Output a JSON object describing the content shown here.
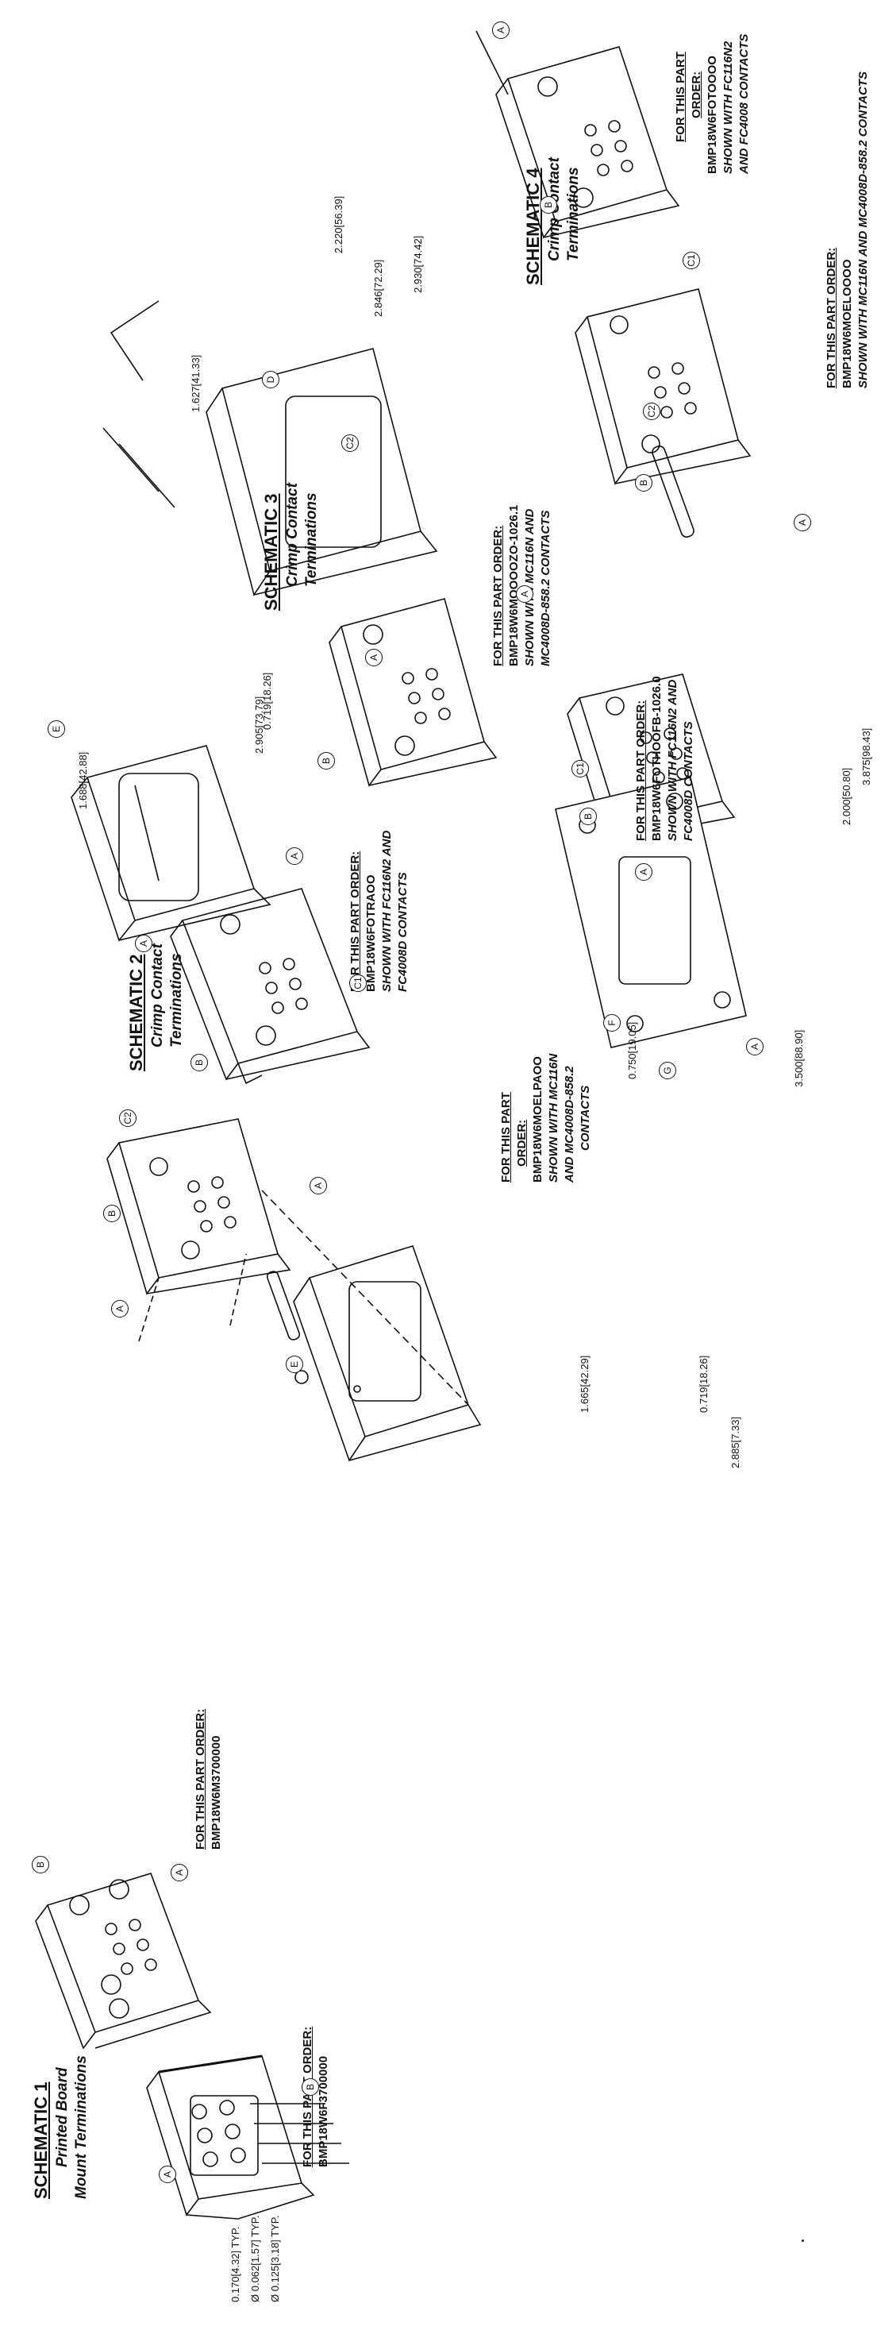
{
  "schematic1": {
    "title": "SCHEMATIC 1",
    "subtitle_line1": "Printed Board",
    "subtitle_line2": "Mount Terminations",
    "order_a_head": "FOR THIS PART ORDER:",
    "order_a_part": "BMP18W6F3700000",
    "order_b_head": "FOR THIS PART ORDER:",
    "order_b_part": "BMP18W6M3700000",
    "dim_pin_spacing": "0.170[4.32] TYP.",
    "dim_pin_dia": "Ø 0.062[1.57] TYP.",
    "dim_hole_dia": "Ø 0.125[3.18] TYP."
  },
  "schematic2": {
    "title": "SCHEMATIC 2",
    "subtitle_line1": "Crimp Contact",
    "subtitle_line2": "Terminations",
    "order_head_line1": "FOR THIS PART",
    "order_head_line2": "ORDER:",
    "order_part": "BMP18W6MOELPAOO",
    "note_line1": "SHOWN WITH MC116N",
    "note_line2": "AND MC4008D-858.2",
    "note_line3": "CONTACTS",
    "dim_width": "1.665[42.29]",
    "dim_depth": "0.719[18.26]",
    "dim_length": "2.885[7.33]"
  },
  "schematic3a": {
    "order_head": "FOR THIS PART ORDER:",
    "order_part": "BMP18W6FOTRAOO",
    "note_line1": "SHOWN WITH FC116N2 AND",
    "note_line2": "FC4008D CONTACTS",
    "dim_width": "1.688[42.88]",
    "dim_depth": "0.719[18.26]",
    "dim_length": "2.905[73.79]"
  },
  "schematic3": {
    "title": "SCHEMATIC 3",
    "subtitle_line1": "Crimp Contact",
    "subtitle_line2": "Terminations",
    "order_head": "FOR THIS PART ORDER:",
    "order_part": "BMP18W6MOOOOZO-1026.1",
    "note_line1": "SHOWN WITH MC116N AND",
    "note_line2": "MC4008D-858.2 CONTACTS",
    "dim_width": "1.627[41.33]",
    "dim_a": "2.846[72.29]",
    "dim_b": "2.930[74.42]",
    "dim_c": "2.220[56.39]"
  },
  "schematic3b": {
    "order_head": "FOR THIS PART ORDER:",
    "order_part": "BMP18W6FOTHOOFB-1026.0",
    "note_line1": "SHOWN WITH FC116N2 AND",
    "note_line2": "FC4008D CONTACTS",
    "dim_flange": "0.750[19.05]",
    "dim_a": "3.500[88.90]",
    "dim_b": "2.000[50.80]",
    "dim_c": "3.875[98.43]"
  },
  "schematic4": {
    "title": "SCHEMATIC 4",
    "subtitle_line1": "Crimp Contact",
    "subtitle_line2": "Terminations",
    "order_a_head": "FOR THIS PART ORDER:",
    "order_a_part": "BMP18W6MOELOOOO",
    "order_a_note": "SHOWN WITH MC116N AND MC4008D-858.2 CONTACTS",
    "order_b_head_line1": "FOR THIS PART",
    "order_b_head_line2": "ORDER:",
    "order_b_part": "BMP18W6FOTOOOO",
    "order_b_note_line1": "SHOWN WITH FC116N2",
    "order_b_note_line2": "AND FC4008 CONTACTS"
  },
  "callouts": {
    "a": "A",
    "b": "B",
    "c1": "C1",
    "c2": "C2",
    "d": "D",
    "e": "E",
    "f": "F",
    "g": "G"
  },
  "colors": {
    "ink": "#111111",
    "paper": "#ffffff"
  }
}
